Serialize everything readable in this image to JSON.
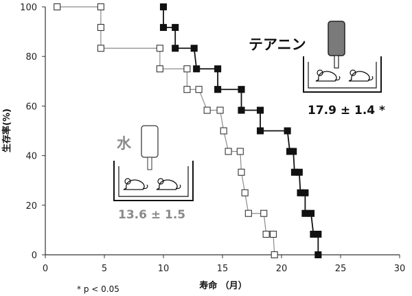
{
  "chart_data": {
    "type": "line",
    "step": true,
    "xlabel": "寿命 （月）",
    "ylabel": "生存率(%)",
    "xlim": [
      0,
      30
    ],
    "ylim": [
      0,
      100
    ],
    "xticks": [
      0,
      5,
      10,
      15,
      20,
      25,
      30
    ],
    "yticks": [
      0,
      20,
      40,
      60,
      80,
      100
    ],
    "grid": false,
    "series": [
      {
        "name": "水",
        "color": "#8a8a8a",
        "marker": "open-square",
        "points": [
          [
            1,
            100
          ],
          [
            4.7,
            100
          ],
          [
            4.7,
            91.7
          ],
          [
            4.7,
            83.3
          ],
          [
            9.7,
            83.3
          ],
          [
            9.7,
            75
          ],
          [
            12,
            75
          ],
          [
            12,
            66.7
          ],
          [
            13,
            66.7
          ],
          [
            13.7,
            58.3
          ],
          [
            14.8,
            58.3
          ],
          [
            15.1,
            50
          ],
          [
            15.5,
            41.7
          ],
          [
            16.5,
            41.7
          ],
          [
            16.6,
            33.3
          ],
          [
            16.9,
            25
          ],
          [
            17.2,
            16.7
          ],
          [
            18.5,
            16.7
          ],
          [
            18.7,
            8.3
          ],
          [
            19.3,
            8.3
          ],
          [
            19.4,
            0
          ]
        ]
      },
      {
        "name": "テアニン",
        "color": "#111111",
        "marker": "filled-square",
        "points": [
          [
            10,
            100
          ],
          [
            10,
            91.7
          ],
          [
            11,
            91.7
          ],
          [
            11,
            83.3
          ],
          [
            12.6,
            83.3
          ],
          [
            12.8,
            75
          ],
          [
            14.6,
            75
          ],
          [
            14.6,
            66.7
          ],
          [
            16.6,
            66.7
          ],
          [
            16.6,
            58.3
          ],
          [
            18.2,
            58.3
          ],
          [
            18.2,
            50
          ],
          [
            20.5,
            50
          ],
          [
            20.7,
            41.7
          ],
          [
            21,
            41.7
          ],
          [
            21.1,
            33.3
          ],
          [
            21.5,
            33.3
          ],
          [
            21.6,
            25
          ],
          [
            22,
            25
          ],
          [
            22,
            16.7
          ],
          [
            22.5,
            16.7
          ],
          [
            22.7,
            8.3
          ],
          [
            23.1,
            8.3
          ],
          [
            23.1,
            0
          ]
        ]
      }
    ]
  },
  "annotations": {
    "tea_label": "テアニン",
    "tea_stat": "17.9 ± 1.4 *",
    "water_label": "水",
    "water_stat": "13.6 ± 1.5",
    "significance": "* p < 0.05"
  }
}
